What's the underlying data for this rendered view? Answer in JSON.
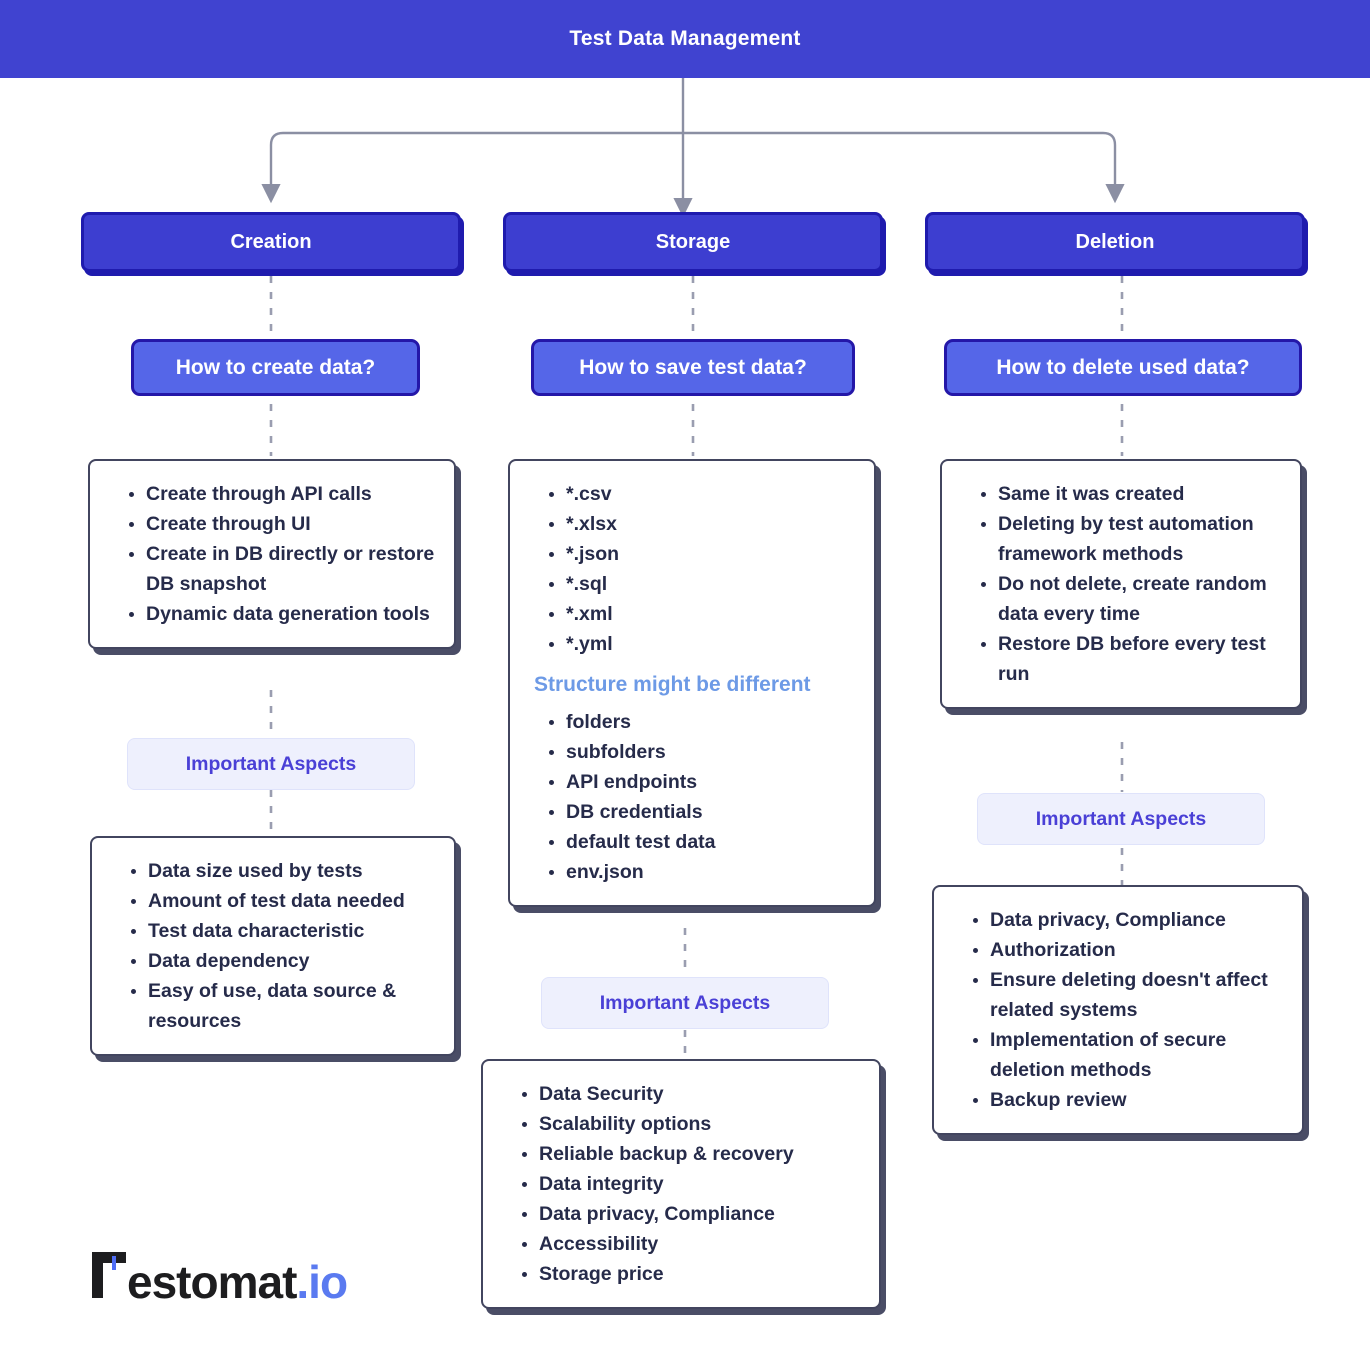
{
  "header": {
    "title": "Test Data Management"
  },
  "columns": [
    {
      "category": "Creation",
      "question": "How to create data?",
      "items": [
        "Create through API calls",
        "Create through UI",
        "Create in DB directly or restore DB snapshot",
        "Dynamic data generation tools"
      ],
      "badge": "Important Aspects",
      "aspects": [
        "Data size used by tests",
        "Amount of test data needed",
        "Test data characteristic",
        "Data dependency",
        "Easy of use, data source & resources"
      ]
    },
    {
      "category": "Storage",
      "question": "How to save test data?",
      "items": [
        "*.csv",
        "*.xlsx",
        "*.json",
        "*.sql",
        "*.xml",
        "*.yml"
      ],
      "subhead": "Structure might be different",
      "items2": [
        "folders",
        "subfolders",
        "API endpoints",
        "DB credentials",
        "default test data",
        "env.json"
      ],
      "badge": "Important Aspects",
      "aspects": [
        "Data Security",
        "Scalability options",
        "Reliable backup & recovery",
        "Data integrity",
        "Data privacy, Compliance",
        "Accessibility",
        "Storage price"
      ]
    },
    {
      "category": "Deletion",
      "question": "How to delete used data?",
      "items": [
        "Same it was created",
        "Deleting by test automation framework methods",
        "Do not delete, create random data every time",
        "Restore DB before every test run"
      ],
      "badge": "Important Aspects",
      "aspects": [
        "Data privacy, Compliance",
        "Authorization",
        "Ensure deleting doesn't affect related systems",
        "Implementation of secure deletion methods",
        "Backup review"
      ]
    }
  ],
  "logo": {
    "t": "T",
    "main": "estomat",
    "io": ".io"
  },
  "colors": {
    "header_bg": "#4043d0",
    "category_fill": "#3d3ed0",
    "category_border": "#1f1bae",
    "question_fill": "#5566e8",
    "question_border": "#2417a8",
    "card_border": "#42455f",
    "badge_bg": "#eef0fd",
    "badge_text": "#4a40d6",
    "subhead_text": "#6d9ae6",
    "body_text": "#262b4a",
    "connector": "#8b8fa3"
  }
}
